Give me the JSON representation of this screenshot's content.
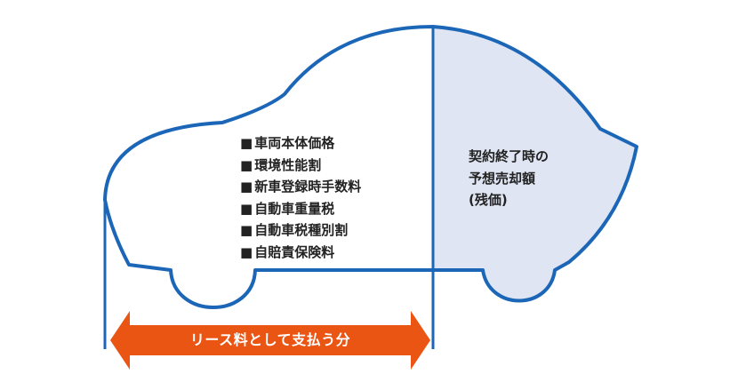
{
  "colors": {
    "outline": "#1c66b8",
    "residual_fill": "#dfe5f3",
    "arrow": "#ea5514",
    "text": "#222222"
  },
  "cost_items": [
    "車両本体価格",
    "環境性能割",
    "新車登録時手数料",
    "自動車重量税",
    "自動車税種別割",
    "自賠責保険料"
  ],
  "residual": {
    "line1": "契約終了時の",
    "line2": "予想売却額",
    "line3": "(残価)"
  },
  "arrow_label": "リース料として支払う分"
}
